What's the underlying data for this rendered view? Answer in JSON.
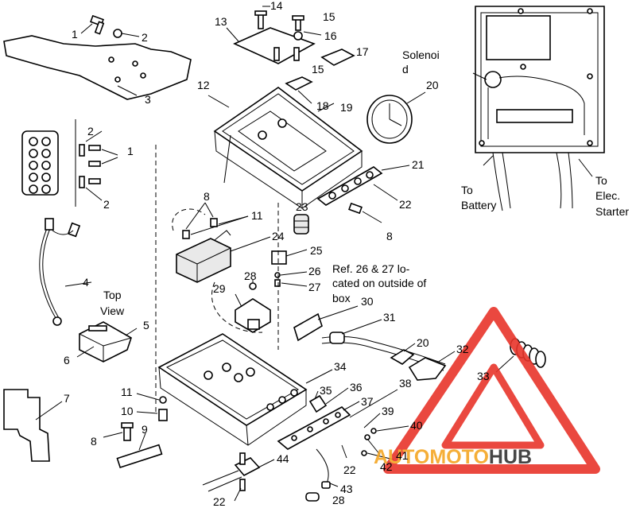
{
  "callouts": [
    {
      "text": "1"
    },
    {
      "text": "2"
    },
    {
      "text": "3"
    },
    {
      "text": "2"
    },
    {
      "text": "1"
    },
    {
      "text": "2"
    },
    {
      "text": "4"
    },
    {
      "text": "5"
    },
    {
      "text": "6"
    },
    {
      "text": "7"
    },
    {
      "text": "11"
    },
    {
      "text": "10"
    },
    {
      "text": "8"
    },
    {
      "text": "9"
    },
    {
      "text": "14"
    },
    {
      "text": "13"
    },
    {
      "text": "15"
    },
    {
      "text": "16"
    },
    {
      "text": "17"
    },
    {
      "text": "15"
    },
    {
      "text": "12"
    },
    {
      "text": "18"
    },
    {
      "text": "19"
    },
    {
      "text": "20"
    },
    {
      "text": "21"
    },
    {
      "text": "22"
    },
    {
      "text": "8"
    },
    {
      "text": "8"
    },
    {
      "text": "11"
    },
    {
      "text": "23"
    },
    {
      "text": "24"
    },
    {
      "text": "25"
    },
    {
      "text": "26"
    },
    {
      "text": "27"
    },
    {
      "text": "28"
    },
    {
      "text": "29"
    },
    {
      "text": "30"
    },
    {
      "text": "31"
    },
    {
      "text": "20"
    },
    {
      "text": "32"
    },
    {
      "text": "33"
    },
    {
      "text": "34"
    },
    {
      "text": "35"
    },
    {
      "text": "36"
    },
    {
      "text": "37"
    },
    {
      "text": "38"
    },
    {
      "text": "39"
    },
    {
      "text": "40"
    },
    {
      "text": "41"
    },
    {
      "text": "42"
    },
    {
      "text": "22"
    },
    {
      "text": "44"
    },
    {
      "text": "43"
    },
    {
      "text": "22"
    },
    {
      "text": "28"
    }
  ],
  "labels": {
    "solenoid_line1": "Solenoi",
    "solenoid_line2": "d",
    "to_battery_line1": "To",
    "to_battery_line2": "Battery",
    "to_starter_line1": "To",
    "to_starter_line2": "Elec.",
    "to_starter_line3": "Starter",
    "top_view_line1": "Top",
    "top_view_line2": "View",
    "ref_note_line1": "Ref. 26 & 27 lo-",
    "ref_note_line2": "cated on outside of",
    "ref_note_line3": "box"
  },
  "watermark": {
    "text_red": "AUTOMOTO",
    "text_dark": "HUB",
    "color_red": "#e8352b",
    "color_orange": "#f5a623",
    "color_dark": "#333333"
  }
}
